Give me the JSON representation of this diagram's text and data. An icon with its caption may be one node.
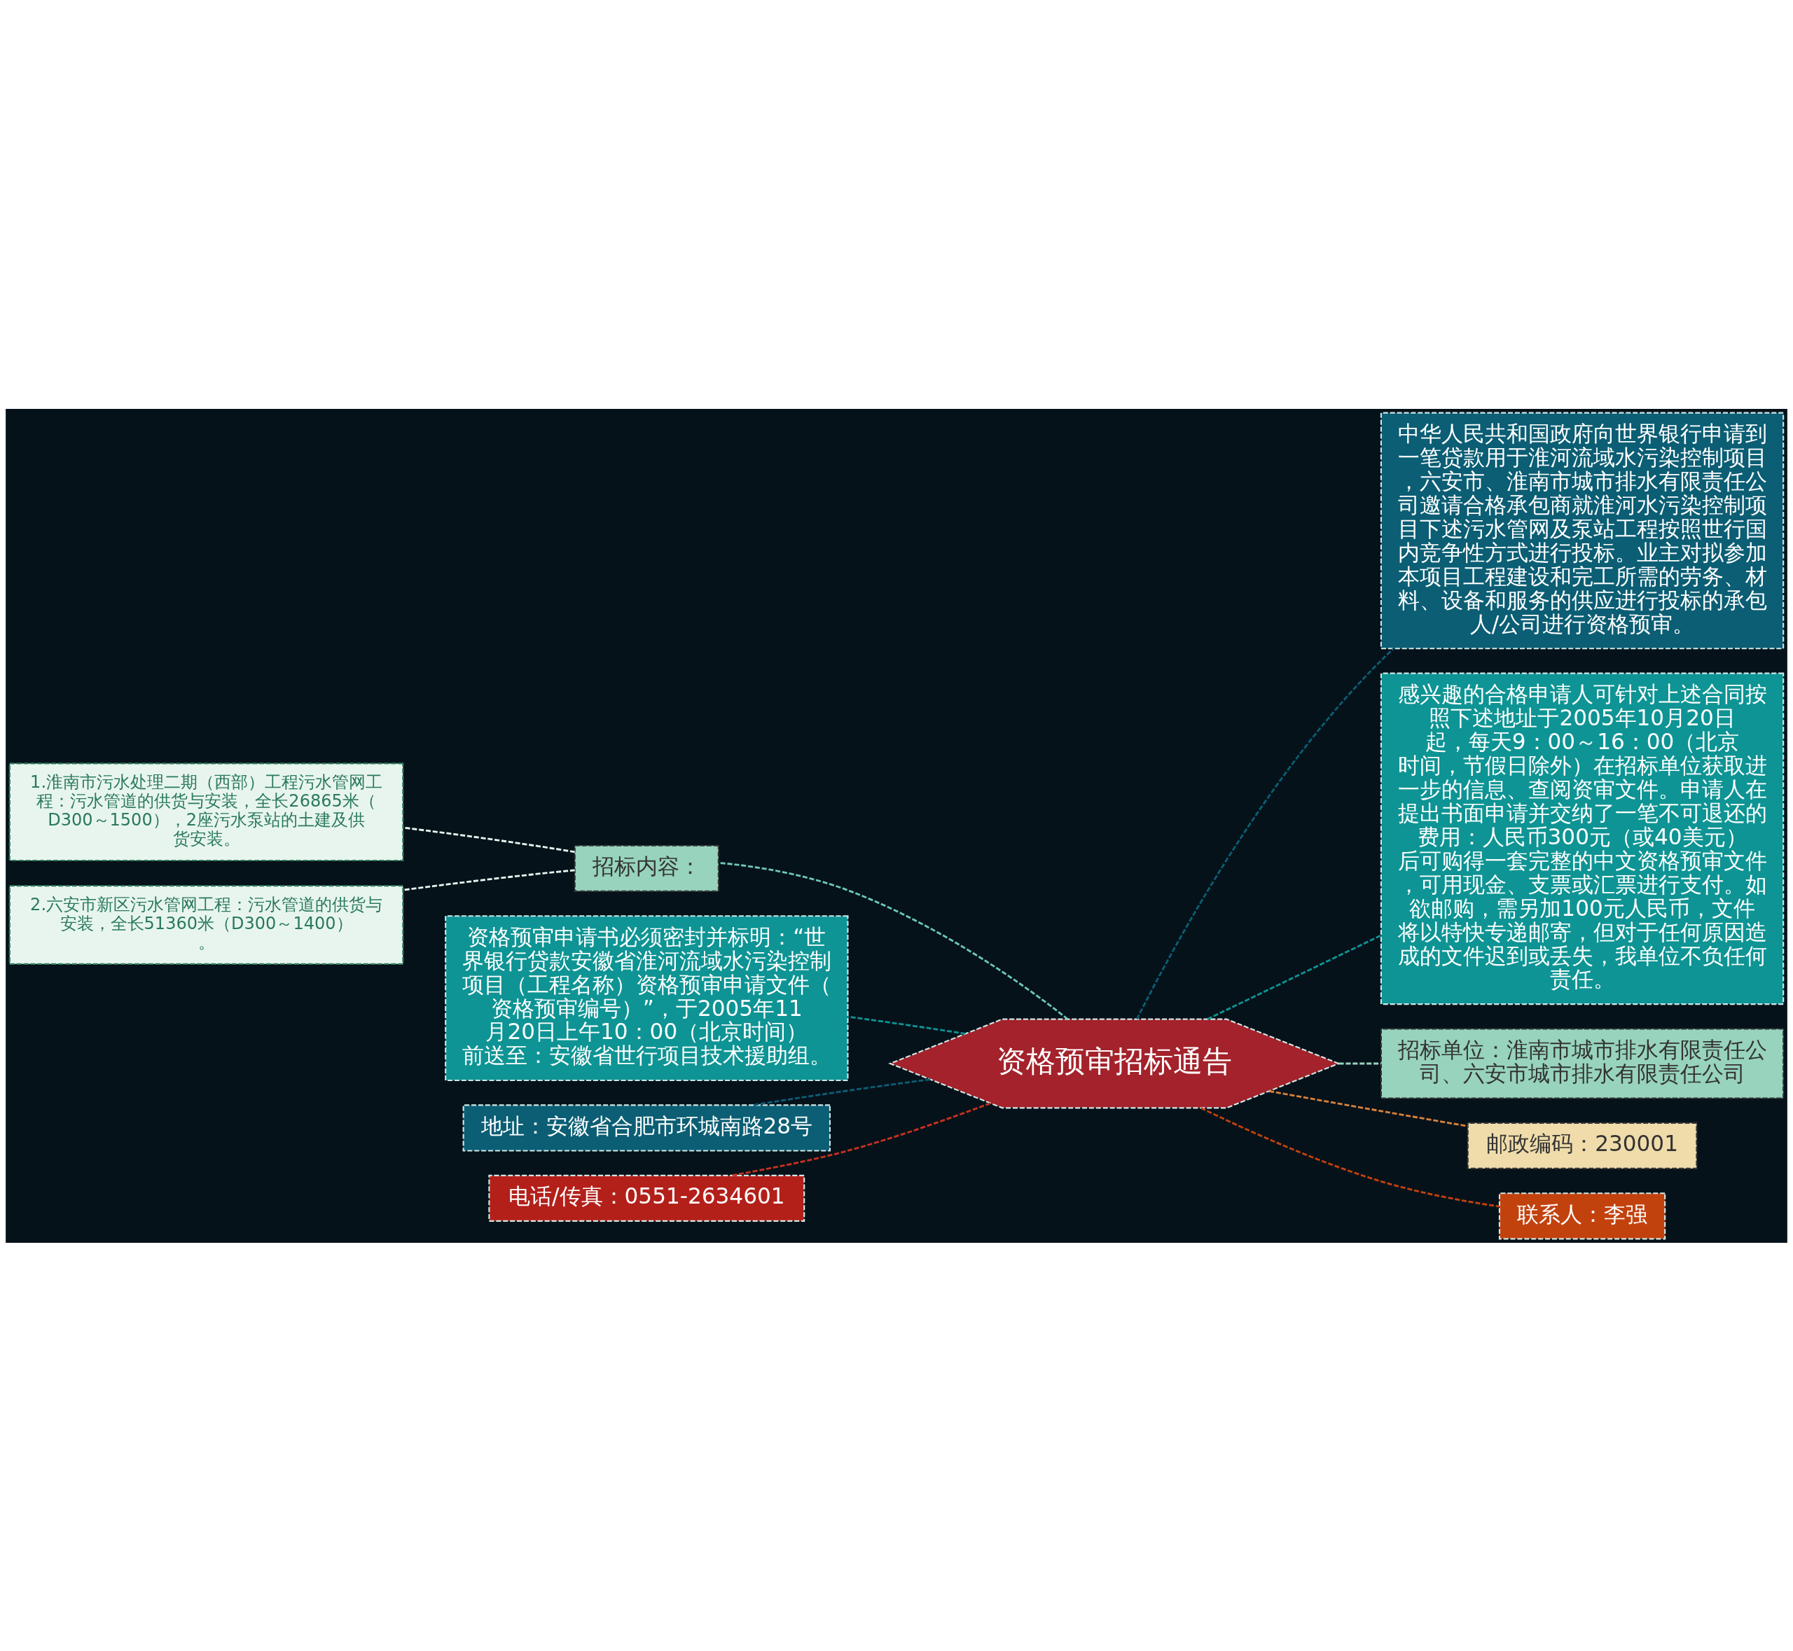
{
  "diagram": {
    "nodes": [
      {
        "text": [
          "资格预审招标通告"
        ]
      },
      {
        "text": [
          "招标内容："
        ]
      },
      {
        "text": [
          "1.淮南市污水处理二期（西部）工程污水管网工程：污水管道的供货与安装，全长26865米（D300～1500），2座污水泵站的土建及供货安装。"
        ]
      },
      {
        "text": [
          "2.六安市新区污水管网工程：污水管道的供货与安装，全长51360米（D300～1400）。"
        ]
      },
      {
        "text": [
          "资格预审申请书必须密封并标明：“世界银行贷款安徽省淮河流域水污染控制项目（工程名称）资格预审申请文件（资格预审编号）”，于2005年11月20日上午10：00（北京时间）前送至：安徽省世行项目技术援助组。"
        ]
      },
      {
        "text": [
          "地址：安徽省合肥市环城南路28号"
        ]
      },
      {
        "text": [
          "电话/传真：0551-2634601"
        ]
      },
      {
        "text": [
          "中华人民共和国政府向世界银行申请到一笔贷款用于淮河流域水污染控制项目，六安市、淮南市城市排水有限责任公司邀请合格承包商就淮河水污染控制项目下述污水管网及泵站工程按照世行国内竞争性方式进行投标。业主对拟参加本项目工程建设和完工所需的劳务、材料、设备和服务的供应进行投标的承包人/公司进行资格预审。"
        ]
      },
      {
        "text": [
          "感兴趣的合格申请人可针对上述合同按照下述地址于2005年10月20日起，每天9：00～16：00（北京时间，节假日除外）在招标单位获取进一步的信息、查阅资审文件。申请人在提出书面申请并交纳了一笔不可退还的费用：人民币300元（或40美元）后可购得一套完整的中文资格预审文件，可用现金、支票或汇票进行支付。如欲邮购，需另加100元人民币，文件将以特快专递邮寄，但对于任何原因造成的文件迟到或丢失，我单位不负任何责任。"
        ]
      },
      {
        "text": [
          "招标单位：淮南市城市排水有限责任公司、六安市城市排水有限责任公司"
        ]
      },
      {
        "text": [
          "邮政编码：230001"
        ]
      },
      {
        "text": [
          "联系人：李强"
        ]
      }
    ],
    "edges": [
      {
        "from": 0,
        "to": 1,
        "arrow": "none",
        "style": "dashed",
        "color": "#6cc8b8"
      },
      {
        "from": 1,
        "to": 2,
        "arrow": "none",
        "style": "dashed",
        "color": "#e8f5ef"
      },
      {
        "from": 1,
        "to": 3,
        "arrow": "none",
        "style": "dashed",
        "color": "#e8f5ef"
      },
      {
        "from": 0,
        "to": 4,
        "arrow": "none",
        "style": "dashed",
        "color": "#0e9494"
      },
      {
        "from": 0,
        "to": 5,
        "arrow": "none",
        "style": "dashed",
        "color": "#0b5e74"
      },
      {
        "from": 0,
        "to": 6,
        "arrow": "none",
        "style": "dashed",
        "color": "#c8321e"
      },
      {
        "from": 0,
        "to": 7,
        "arrow": "none",
        "style": "dashed",
        "color": "#0b5e74"
      },
      {
        "from": 0,
        "to": 8,
        "arrow": "none",
        "style": "dashed",
        "color": "#0e9494"
      },
      {
        "from": 0,
        "to": 9,
        "arrow": "none",
        "style": "dashed",
        "color": "#97d3bd"
      },
      {
        "from": 0,
        "to": 10,
        "arrow": "none",
        "style": "dashed",
        "color": "#d9823a"
      },
      {
        "from": 0,
        "to": 11,
        "arrow": "none",
        "style": "dashed",
        "color": "#c2420e"
      }
    ]
  }
}
